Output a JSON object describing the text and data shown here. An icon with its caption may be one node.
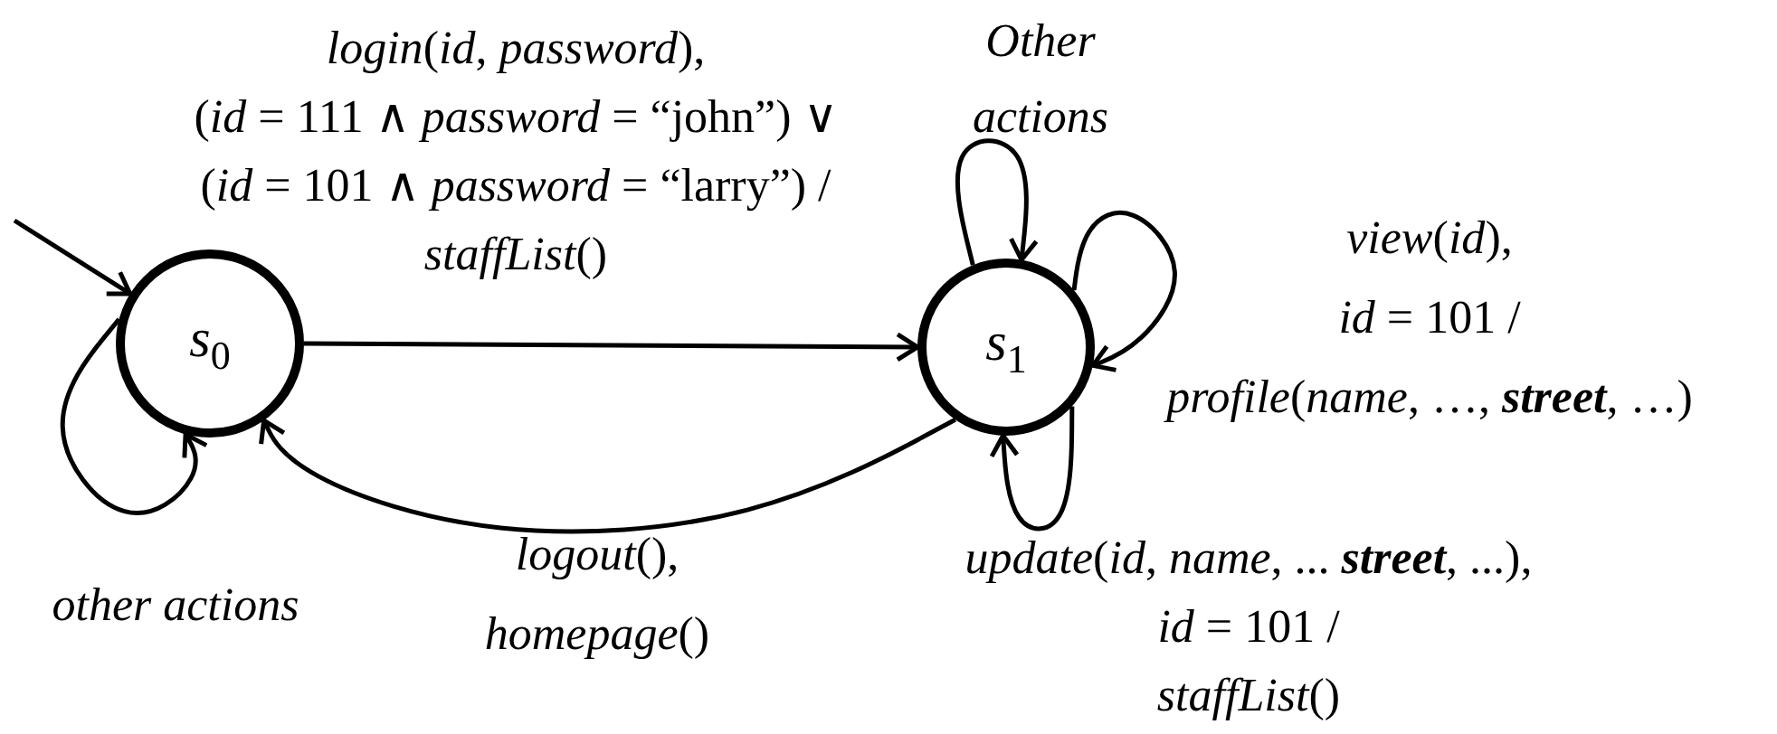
{
  "diagram": {
    "nodes": [
      {
        "text": [
          "*s*$_{0}$"
        ]
      },
      {
        "text": [
          "*s*$_{1}$"
        ]
      }
    ],
    "edges": [
      {
        "from": null,
        "to": 0,
        "arrow": "to"
      },
      {
        "from": 0,
        "to": 1,
        "arrow": "to",
        "label": "*login*(*id*, *password*), (*id* = 111 ∧ *password* = “john”) ∨ (*id* = 101 ∧ *password* = “larry”) / *staffList*()"
      },
      {
        "from": 0,
        "to": 0,
        "arrow": "to",
        "label": "other actions"
      },
      {
        "from": 1,
        "to": 0,
        "arrow": "to",
        "label": "*logout*(), *homepage*()"
      },
      {
        "from": 1,
        "to": 1,
        "arrow": "to",
        "label": "Other actions"
      },
      {
        "from": 1,
        "to": 1,
        "arrow": "to",
        "label": "*view*(*id*), *id* = 101 / *profile*(*name*, …, **street**, …)"
      },
      {
        "from": 1,
        "to": 1,
        "arrow": "to",
        "label": "*update*(*id*, *name*, ... **street**, ...), *id* = 101 / *staffList*()"
      }
    ]
  }
}
